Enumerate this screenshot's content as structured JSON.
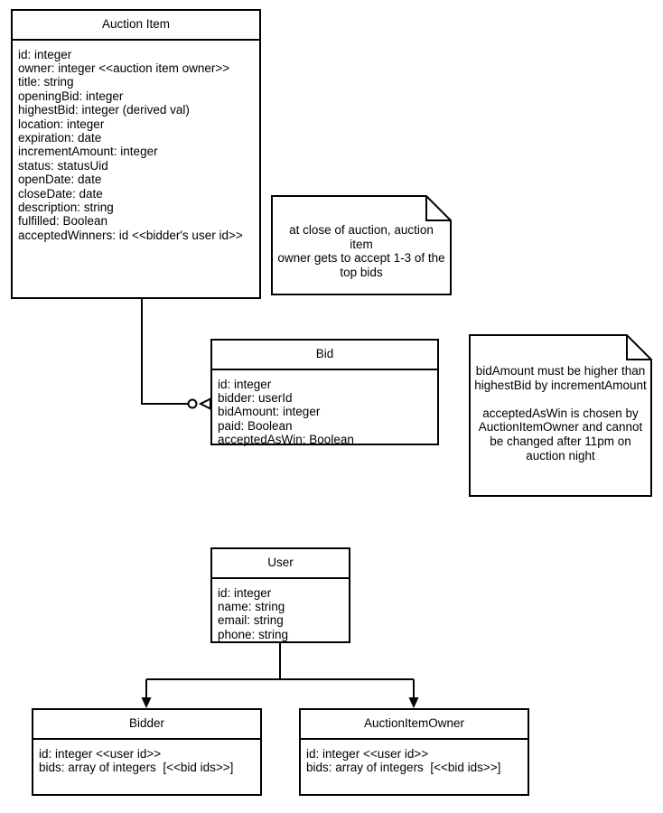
{
  "diagram": {
    "title": "Auction domain class diagram",
    "type": "uml-class-diagram",
    "colors": {
      "stroke": "#000000",
      "background": "#ffffff",
      "text": "#000000"
    }
  },
  "classes": [
    {
      "id": "auction-item",
      "name": "Auction Item",
      "attributes": [
        "id: integer",
        "owner: integer <<auction item owner>>",
        "title: string",
        "openingBid: integer",
        "highestBid: integer (derived val)",
        "location: integer",
        "expiration: date",
        "incrementAmount: integer",
        "status: statusUid",
        "openDate: date",
        "closeDate: date",
        "description: string",
        "fulfilled: Boolean",
        "acceptedWinners: id <<bidder's user id>>"
      ]
    },
    {
      "id": "bid",
      "name": "Bid",
      "attributes": [
        "id: integer",
        "bidder: userId",
        "bidAmount: integer",
        "paid: Boolean",
        "acceptedAsWin: Boolean"
      ]
    },
    {
      "id": "user",
      "name": "User",
      "attributes": [
        "id: integer",
        "name: string",
        "email: string",
        "phone: string"
      ]
    },
    {
      "id": "bidder",
      "name": "Bidder",
      "attributes": [
        "id: integer <<user id>>",
        "bids: array of integers  [<<bid ids>>]"
      ]
    },
    {
      "id": "auction-item-owner",
      "name": "AuctionItemOwner",
      "attributes": [
        "id: integer <<user id>>",
        "bids: array of integers  [<<bid ids>>]"
      ]
    }
  ],
  "notes": [
    {
      "id": "note-auction-close",
      "text": "at close of auction, auction item\nowner gets to accept 1-3 of the\ntop bids"
    },
    {
      "id": "note-bid-rules",
      "text": "bidAmount must be higher than\nhighestBid by incrementAmount\n\nacceptedAsWin is chosen by\nAuctionItemOwner and cannot\nbe changed after 11pm on\nauction night"
    }
  ],
  "relationships": [
    {
      "id": "auction-item-to-bid",
      "from": "auction-item",
      "to": "bid",
      "notation": "crows-foot",
      "source_marker": "none",
      "target_marker": "zero-or-many"
    },
    {
      "id": "user-to-bidder",
      "from": "user",
      "to": "bidder",
      "notation": "arrow",
      "target_marker": "filled-arrow"
    },
    {
      "id": "user-to-auction-item-owner",
      "from": "user",
      "to": "auction-item-owner",
      "notation": "arrow",
      "target_marker": "filled-arrow"
    }
  ]
}
